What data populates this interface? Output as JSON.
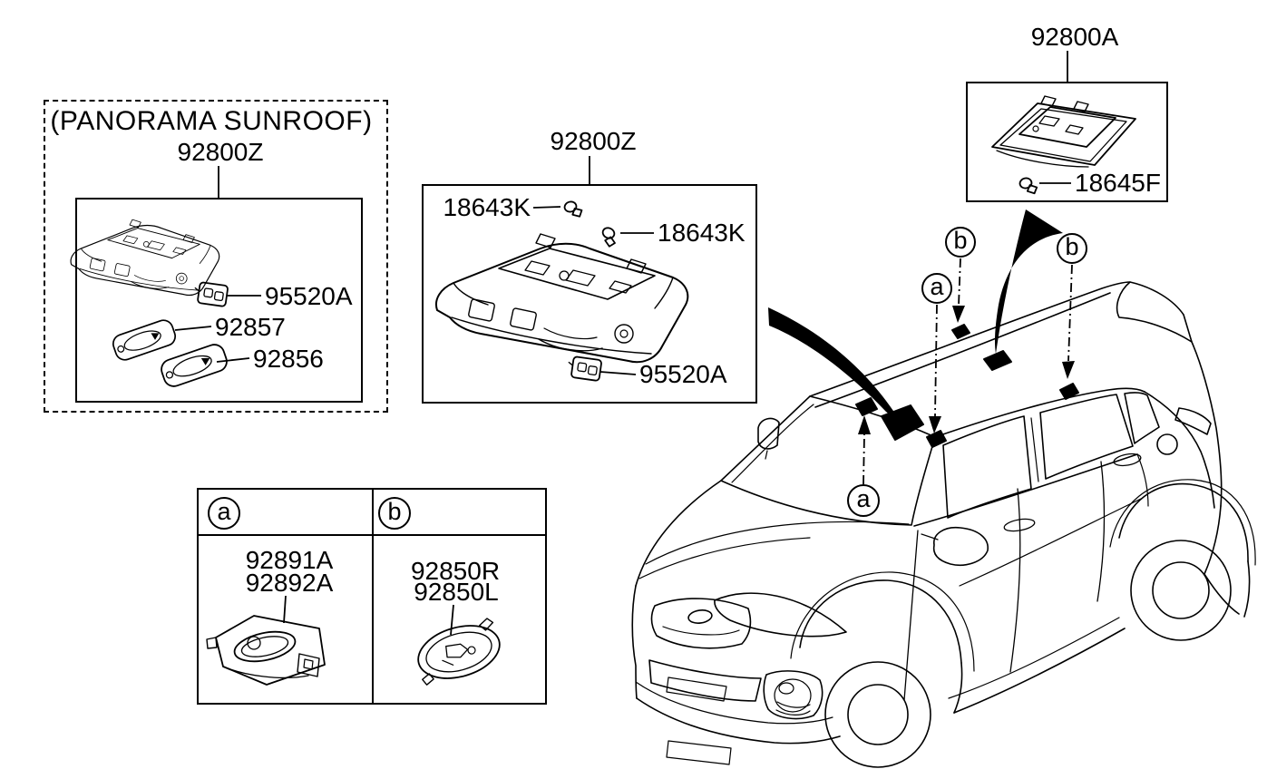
{
  "page": {
    "background": "#ffffff",
    "line_color": "#000000",
    "highlight_fill": "#000000"
  },
  "panel_panorama": {
    "title": "(PANORAMA SUNROOF)",
    "part_no": "92800Z",
    "labels": {
      "map_lamp_switch": "95520A",
      "visor_lamp_lens_1": "92857",
      "visor_lamp_lens_2": "92856"
    }
  },
  "panel_overhead_console": {
    "part_no": "92800Z",
    "labels": {
      "bulb_left": "18643K",
      "bulb_right": "18643K",
      "map_lamp_switch": "95520A"
    }
  },
  "panel_room_lamp": {
    "part_no": "92800A",
    "labels": {
      "bulb": "18645F"
    }
  },
  "ref_table": {
    "col_a": {
      "marker": "a",
      "parts": [
        "92891A",
        "92892A"
      ]
    },
    "col_b": {
      "marker": "b",
      "parts": [
        "92850R",
        "92850L"
      ]
    }
  },
  "car_callouts": {
    "a_upper": "a",
    "b_front": "b",
    "b_rear": "b",
    "a_lower": "a"
  }
}
